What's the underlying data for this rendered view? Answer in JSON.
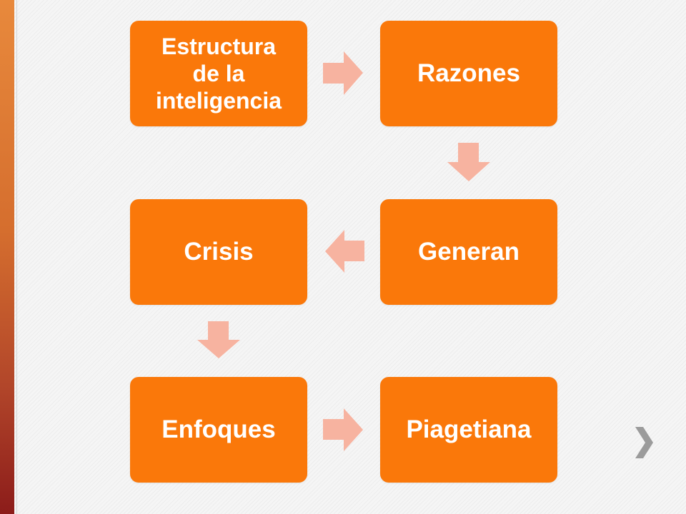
{
  "diagram": {
    "nodes": [
      {
        "id": "estructura",
        "label": "Estructura de la inteligencia"
      },
      {
        "id": "razones",
        "label": "Razones"
      },
      {
        "id": "generan",
        "label": "Generan"
      },
      {
        "id": "crisis",
        "label": "Crisis"
      },
      {
        "id": "enfoques",
        "label": "Enfoques"
      },
      {
        "id": "piagetiana",
        "label": "Piagetiana"
      }
    ],
    "edges": [
      {
        "from": "estructura",
        "to": "razones",
        "direction": "right"
      },
      {
        "from": "razones",
        "to": "generan",
        "direction": "down"
      },
      {
        "from": "generan",
        "to": "crisis",
        "direction": "left"
      },
      {
        "from": "crisis",
        "to": "enfoques",
        "direction": "down"
      },
      {
        "from": "enfoques",
        "to": "piagetiana",
        "direction": "right"
      }
    ]
  },
  "icons": {
    "next": "chevron-right-icon"
  },
  "colors": {
    "node_fill": "#FA780A",
    "node_text": "#FFFFFF",
    "arrow_fill": "#F7B3A0",
    "chevron": "#9B9B9B",
    "left_bar_top": "#E8893C",
    "left_bar_bottom": "#8C1C1A",
    "background": "#F3F3F3"
  }
}
